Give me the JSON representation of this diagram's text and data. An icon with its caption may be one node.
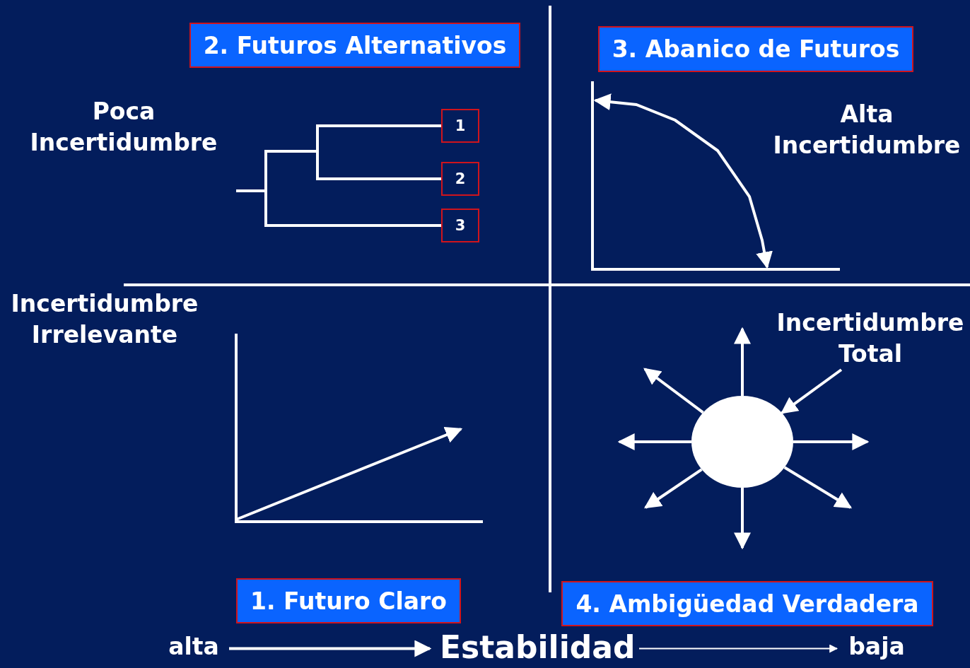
{
  "diagram": {
    "nodes": [
      {
        "text": [
          "2. Futuros Alternativos"
        ]
      },
      {
        "text": [
          "3. Abanico de Futuros"
        ]
      },
      {
        "text": [
          "1. Futuro Claro"
        ]
      },
      {
        "text": [
          "4. Ambigüedad Verdadera"
        ]
      },
      {
        "text": [
          "1"
        ]
      },
      {
        "text": [
          "2"
        ]
      },
      {
        "text": [
          "3"
        ]
      },
      {
        "text": [],
        "shape": "circle"
      },
      {
        "text": [
          "alta"
        ]
      },
      {
        "text": [
          "Estabilidad"
        ]
      },
      {
        "text": [
          "baja"
        ]
      }
    ],
    "edges": [
      {
        "from": null,
        "to": 4,
        "arrow": "none"
      },
      {
        "from": null,
        "to": 5,
        "arrow": "none"
      },
      {
        "from": null,
        "to": 6,
        "arrow": "none"
      },
      {
        "from": 7,
        "to": null,
        "arrow": "to"
      },
      {
        "from": 7,
        "to": null,
        "arrow": "to"
      },
      {
        "from": 7,
        "to": null,
        "arrow": "to"
      },
      {
        "from": 7,
        "to": null,
        "arrow": "to"
      },
      {
        "from": 7,
        "to": null,
        "arrow": "to"
      },
      {
        "from": 7,
        "to": null,
        "arrow": "to"
      },
      {
        "from": 7,
        "to": null,
        "arrow": "to"
      },
      {
        "from": null,
        "to": 7,
        "arrow": "to"
      },
      {
        "from": 8,
        "to": 9,
        "arrow": "to"
      },
      {
        "from": 9,
        "to": 10,
        "arrow": "to"
      }
    ],
    "labels": [
      "Poca Incertidumbre",
      "Alta Incertidumbre",
      "Incertidumbre Irrelevante",
      "Incertidumbre Total"
    ]
  }
}
